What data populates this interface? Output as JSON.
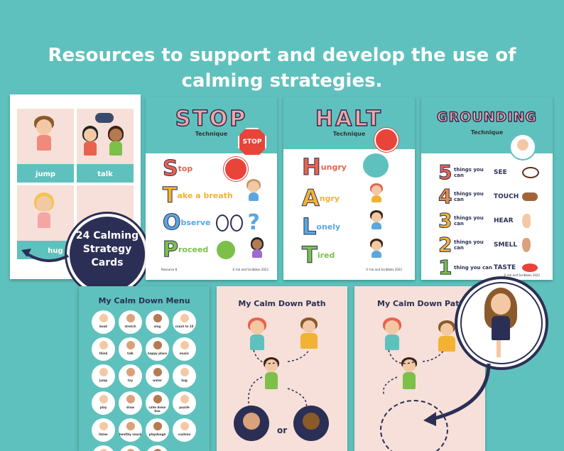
{
  "headline": {
    "line1": "Resources to support and develop the use of",
    "line2": "calming strategies."
  },
  "colors": {
    "background": "#5fc1bd",
    "navy": "#2c2f55",
    "pink": "#f6a5a5",
    "cream": "#f6e0d9"
  },
  "cards_sheet": {
    "labels": [
      "jump",
      "talk",
      "hug"
    ]
  },
  "badge": {
    "line1": "24 Calming",
    "line2": "Strategy",
    "line3": "Cards"
  },
  "stop": {
    "title": "STOP",
    "subtitle": "Technique",
    "sign": "STOP",
    "rows": [
      {
        "letter": "S",
        "rest": "top",
        "color": "#e8634f"
      },
      {
        "letter": "T",
        "rest": "ake a breath",
        "color": "#f2b233"
      },
      {
        "letter": "O",
        "rest": "bserve",
        "color": "#5aa7e0"
      },
      {
        "letter": "P",
        "rest": "roceed",
        "color": "#7cc04a"
      }
    ],
    "footer_left": "Resource 8",
    "footer_right": "© Ink and Scribbles 2022"
  },
  "halt": {
    "title": "HALT",
    "subtitle": "Technique",
    "rows": [
      {
        "letter": "H",
        "rest": "ungry",
        "color": "#e8634f"
      },
      {
        "letter": "A",
        "rest": "ngry",
        "color": "#f2b233"
      },
      {
        "letter": "L",
        "rest": "onely",
        "color": "#5aa7e0"
      },
      {
        "letter": "T",
        "rest": "ired",
        "color": "#7cc04a"
      }
    ],
    "footer": "© Ink and Scribbles 2022"
  },
  "grounding": {
    "title": "GROUNDING",
    "subtitle": "Technique",
    "rows": [
      {
        "num": "5",
        "text": "things you can",
        "sense": "SEE",
        "color": "#e8634f"
      },
      {
        "num": "4",
        "text": "things you can",
        "sense": "TOUCH",
        "color": "#f08a3c"
      },
      {
        "num": "3",
        "text": "things you can",
        "sense": "HEAR",
        "color": "#f2b233"
      },
      {
        "num": "2",
        "text": "things you can",
        "sense": "SMELL",
        "color": "#f2b233"
      },
      {
        "num": "1",
        "text": "thing you can",
        "sense": "TASTE",
        "color": "#7cc04a"
      }
    ],
    "footer": "© Ink and Scribbles 2022"
  },
  "menu": {
    "title": "My Calm Down Menu",
    "items": [
      "book",
      "stretch",
      "sing",
      "count to 10",
      "think",
      "talk",
      "happy place",
      "music",
      "jump",
      "toy",
      "water",
      "hug",
      "play",
      "draw",
      "calm down box",
      "puzzle",
      "listen",
      "healthy snack",
      "playdough",
      "cushion",
      "",
      "",
      ""
    ]
  },
  "path1": {
    "title": "My Calm Down Path",
    "or": "or"
  },
  "path2": {
    "title": "My Calm Down Path"
  }
}
